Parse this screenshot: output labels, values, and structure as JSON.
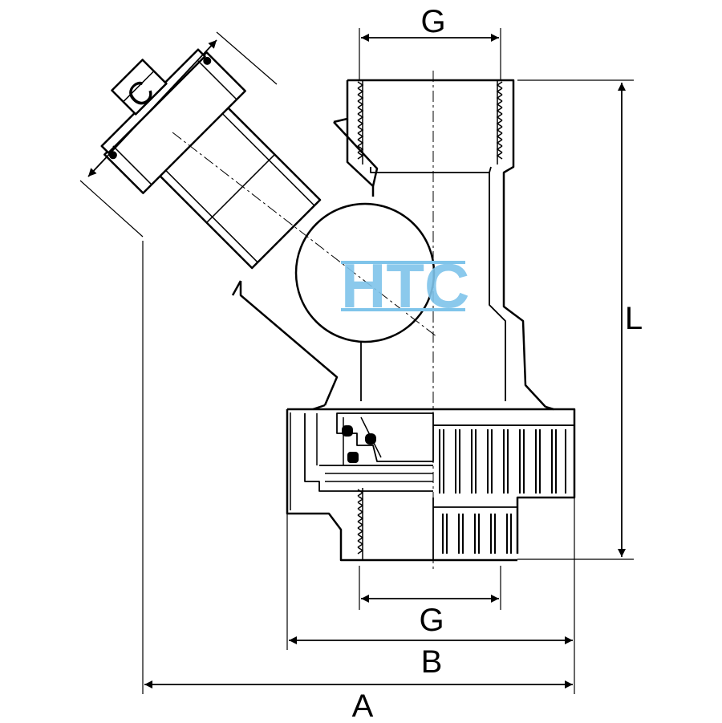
{
  "diagram": {
    "labels": {
      "g_top": "G",
      "g_bottom": "G",
      "c": "C",
      "l": "L",
      "b": "B",
      "a": "A"
    },
    "watermark": {
      "text": "HTC",
      "color": "#7fc4ea"
    },
    "line_color": "#000000"
  }
}
